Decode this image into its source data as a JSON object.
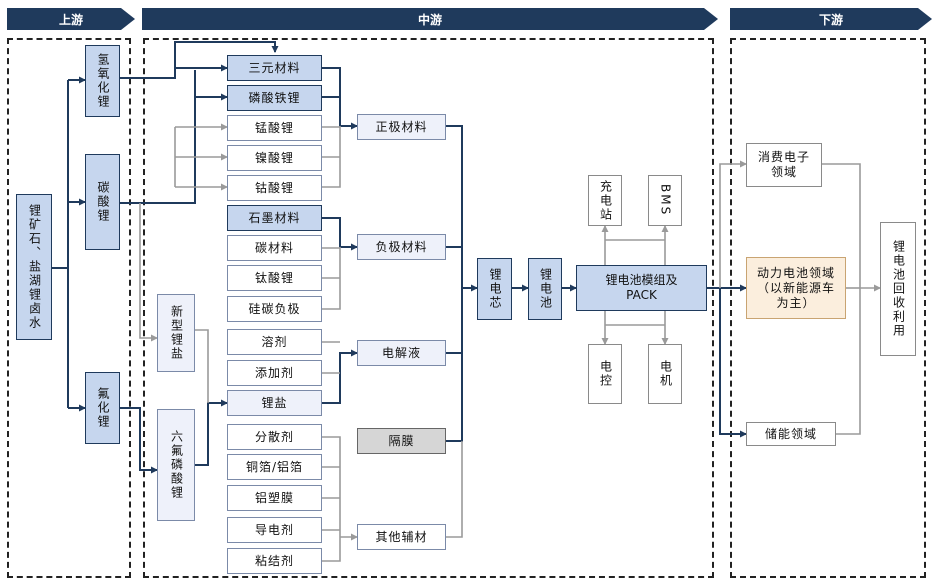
{
  "headers": {
    "upstream": "上游",
    "midstream": "中游",
    "downstream": "下游"
  },
  "upstream": {
    "source": "锂矿石、盐湖锂卤水",
    "lithium_hydroxide": "氢氧化锂",
    "lithium_carbonate": "碳酸锂",
    "lithium_fluoride": "氟化锂"
  },
  "midstream": {
    "cathode_inputs": [
      "三元材料",
      "磷酸铁锂",
      "锰酸锂",
      "镍酸锂",
      "钴酸锂"
    ],
    "anode_inputs": [
      "石墨材料",
      "碳材料",
      "钛酸锂",
      "硅碳负极"
    ],
    "electrolyte_inputs": [
      "溶剂",
      "添加剂",
      "锂盐"
    ],
    "other_inputs": [
      "分散剂",
      "铜箔/铝箔",
      "铝塑膜",
      "导电剂",
      "粘结剂"
    ],
    "new_lithium_salt": "新型锂盐",
    "lipf6": "六氟磷酸锂",
    "cathode": "正极材料",
    "anode": "负极材料",
    "electrolyte": "电解液",
    "separator": "隔膜",
    "other_aux": "其他辅材",
    "cell": "锂电芯",
    "battery": "锂电池",
    "pack_line1": "锂电池模组及",
    "pack_line2": "PACK",
    "charging_station": "充电站",
    "bms": "BMS",
    "electronic_control": "电控",
    "motor": "电机"
  },
  "downstream": {
    "consumer": "消费电子领域",
    "power_battery": "动力电池领域（以新能源车为主）",
    "storage": "储能领域",
    "recycling": "锂电池回收利用"
  },
  "colors": {
    "navy": "#1f3a5c",
    "gray_line": "#9a9a9a"
  }
}
